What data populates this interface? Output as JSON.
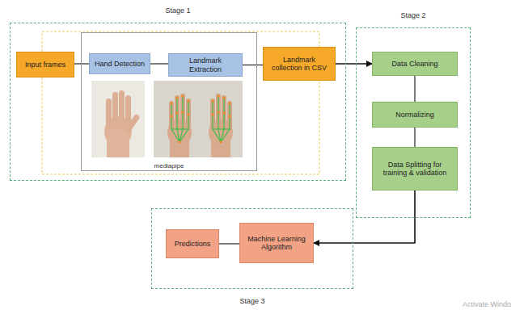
{
  "diagram": {
    "nodes": [
      {
        "text": [
          "Stage 1"
        ]
      },
      {
        "text": [
          "Input frames"
        ],
        "in": 0
      },
      {
        "text": [
          "mediapipe"
        ],
        "in": 0
      },
      {
        "text": [
          "Hand Detection"
        ],
        "in": 2
      },
      {
        "text": [
          "Landmark Extraction"
        ],
        "in": 2
      },
      {
        "text": [
          "Landmark collection in CSV"
        ],
        "in": 0
      },
      {
        "text": [
          "Stage 2"
        ]
      },
      {
        "text": [
          "Data Cleaning"
        ],
        "in": 6
      },
      {
        "text": [
          "Normalizing"
        ],
        "in": 6
      },
      {
        "text": [
          "Data Splitting for training & validation"
        ],
        "in": 6
      },
      {
        "text": [
          "Stage 3"
        ]
      },
      {
        "text": [
          "Predictions"
        ],
        "in": 10
      },
      {
        "text": [
          "Machine Learning Algorithm"
        ],
        "in": 10
      }
    ],
    "edges": [
      {
        "from": 1,
        "to": 3,
        "arrow": "none"
      },
      {
        "from": 3,
        "to": 4,
        "arrow": "none"
      },
      {
        "from": 4,
        "to": 5,
        "arrow": "none"
      },
      {
        "from": 5,
        "to": 7,
        "arrow": "to"
      },
      {
        "from": 7,
        "to": 8,
        "arrow": "none"
      },
      {
        "from": 8,
        "to": 9,
        "arrow": "none"
      },
      {
        "from": 9,
        "to": 12,
        "arrow": "to"
      },
      {
        "from": 12,
        "to": 11,
        "arrow": "none"
      }
    ],
    "labels": [
      "Activate Windo"
    ]
  }
}
